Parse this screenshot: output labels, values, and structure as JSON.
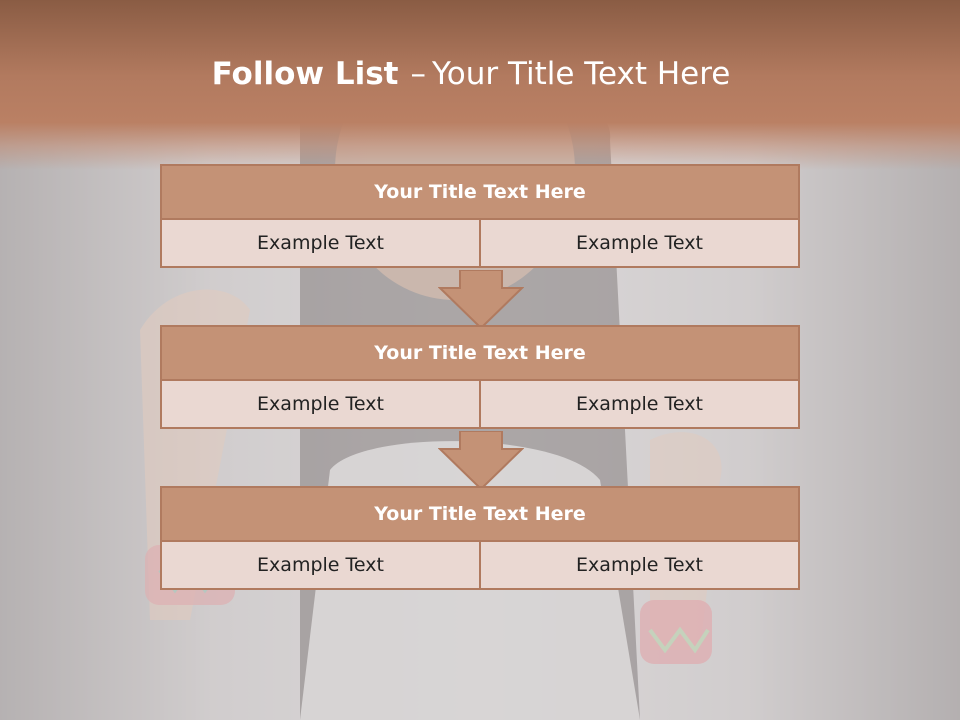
{
  "slide": {
    "title_bold": "Follow List",
    "title_dash": "–",
    "title_rest": "Your Title Text Here"
  },
  "blocks": [
    {
      "title": "Your Title Text Here",
      "left": "Example Text",
      "right": "Example Text"
    },
    {
      "title": "Your Title Text Here",
      "left": "Example Text",
      "right": "Example Text"
    },
    {
      "title": "Your Title Text Here",
      "left": "Example Text",
      "right": "Example Text"
    }
  ],
  "colors": {
    "header_band": "#b27a5f",
    "block_header": "#c49276",
    "block_cell": "#ead8d2",
    "border": "#b07a5f"
  }
}
